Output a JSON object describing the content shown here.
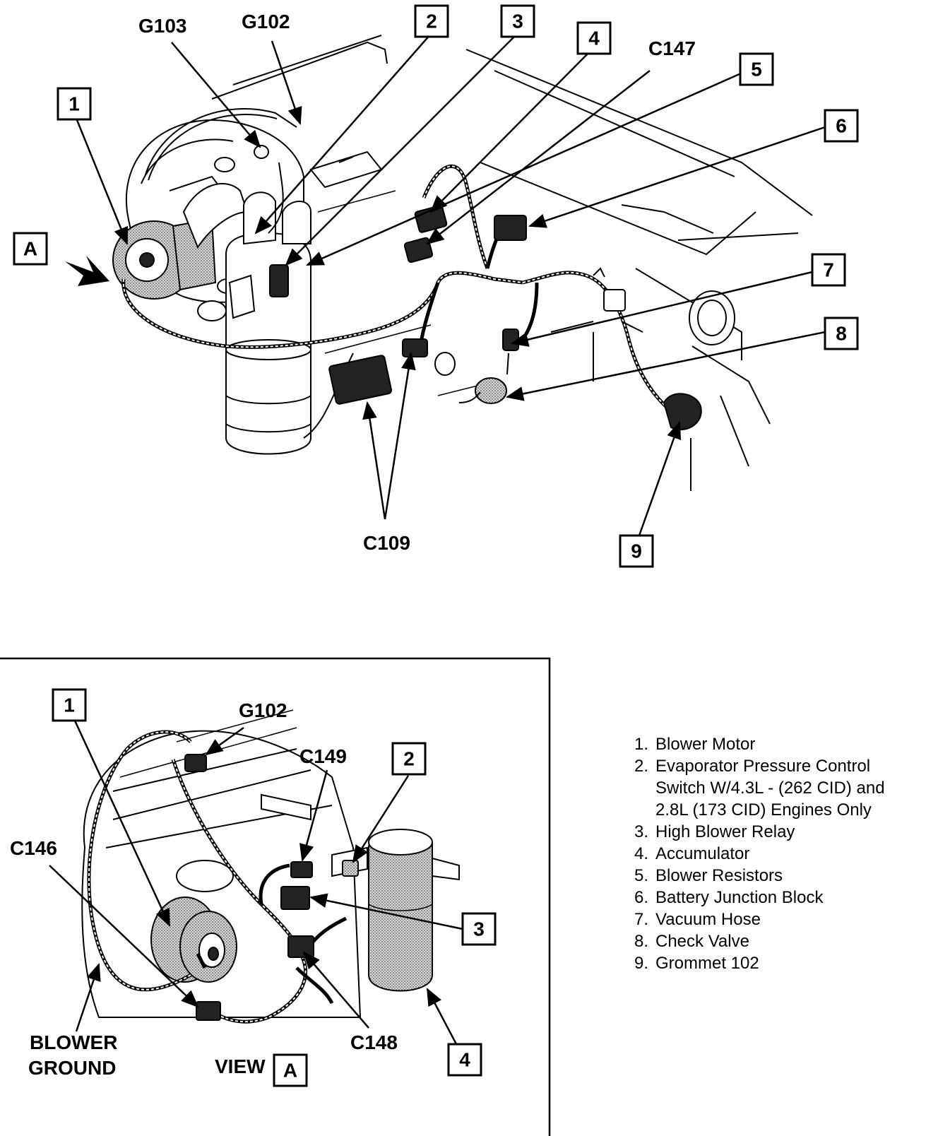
{
  "main_view": {
    "callouts": [
      "1",
      "2",
      "3",
      "4",
      "5",
      "6",
      "7",
      "8",
      "9",
      "A"
    ],
    "labels": {
      "g103": "G103",
      "g102": "G102",
      "c147": "C147",
      "c109": "C109"
    }
  },
  "view_a": {
    "callouts": [
      "1",
      "2",
      "3",
      "4"
    ],
    "labels": {
      "g102": "G102",
      "c149": "C149",
      "c146": "C146",
      "c148": "C148",
      "blower_ground_line1": "BLOWER",
      "blower_ground_line2": "GROUND",
      "view_caption": "VIEW",
      "view_letter": "A"
    }
  },
  "legend": [
    {
      "num": "1.",
      "lines": [
        "Blower Motor"
      ]
    },
    {
      "num": "2.",
      "lines": [
        "Evaporator Pressure Control",
        "Switch W/4.3L - (262 CID) and",
        "2.8L (173 CID) Engines Only"
      ]
    },
    {
      "num": "3.",
      "lines": [
        "High Blower Relay"
      ]
    },
    {
      "num": "4.",
      "lines": [
        "Accumulator"
      ]
    },
    {
      "num": "5.",
      "lines": [
        "Blower Resistors"
      ]
    },
    {
      "num": "6.",
      "lines": [
        "Battery Junction Block"
      ]
    },
    {
      "num": "7.",
      "lines": [
        "Vacuum Hose"
      ]
    },
    {
      "num": "8.",
      "lines": [
        "Check Valve"
      ]
    },
    {
      "num": "9.",
      "lines": [
        "Grommet 102"
      ]
    }
  ]
}
